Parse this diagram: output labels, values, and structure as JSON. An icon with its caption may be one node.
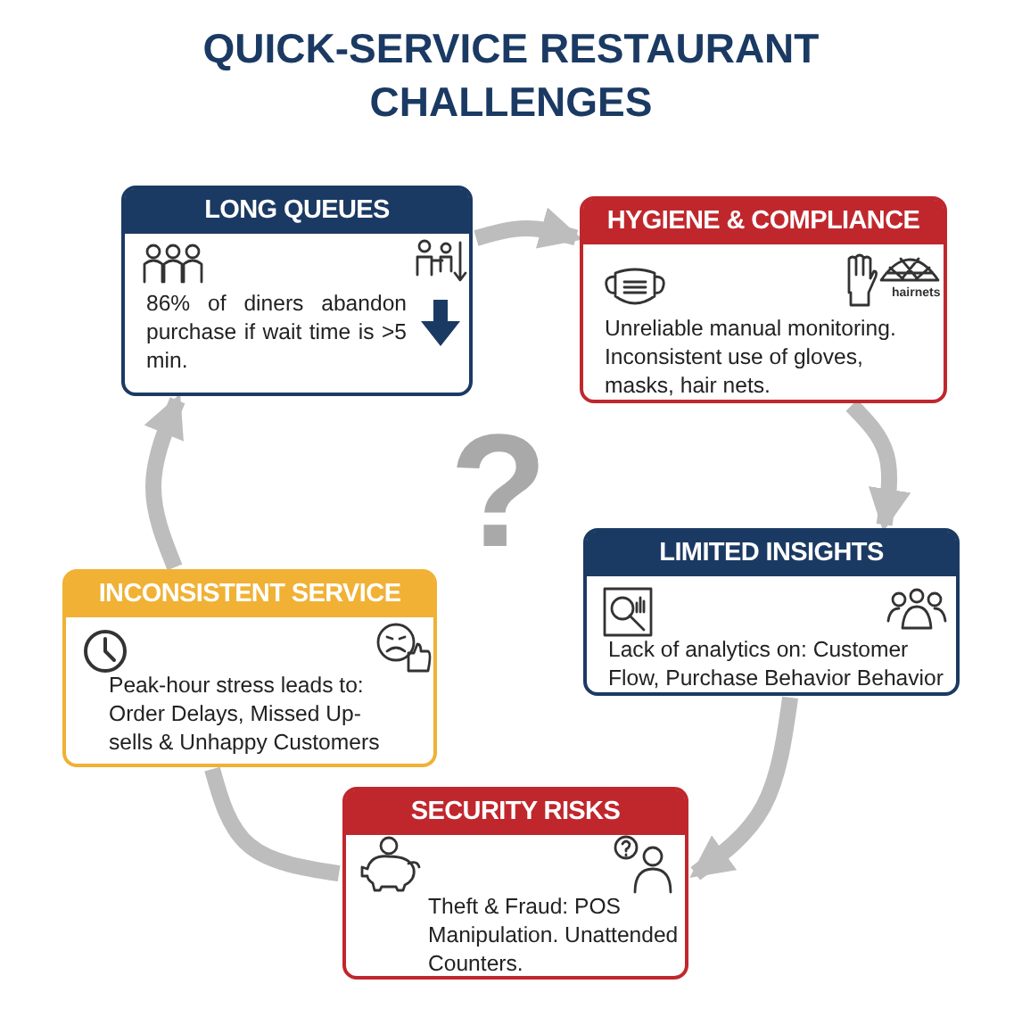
{
  "diagram": {
    "title": "QUICK-SERVICE RESTAURANT CHALLENGES",
    "nodes": [
      {
        "text": [
          "LONG QUEUES",
          "86% of diners abandon purchase if wait time is >5 min."
        ]
      },
      {
        "text": [
          "HYGIENE & COMPLIANCE",
          "Unreliable manual monitoring. Inconsistent use of gloves, masks, hair nets."
        ]
      },
      {
        "text": [
          "LIMITED INSIGHTS",
          "Lack of analytics on: Customer Flow, Purchase Behavior Behavior"
        ]
      },
      {
        "text": [
          "INCONSISTENT SERVICE",
          "Peak-hour stress leads to: Order Delays, Missed Up-sells & Unhappy Customers"
        ]
      },
      {
        "text": [
          "SECURITY RISKS",
          "Theft & Fraud: POS Manipulation. Unattended Counters."
        ]
      }
    ],
    "edges": [
      {
        "from": 0,
        "to": 1,
        "arrow": "to"
      },
      {
        "from": 1,
        "to": 2,
        "arrow": "to"
      },
      {
        "from": 2,
        "to": 4,
        "arrow": "to"
      },
      {
        "from": 4,
        "to": 3,
        "arrow": "none"
      },
      {
        "from": 3,
        "to": 0,
        "arrow": "to"
      }
    ],
    "labels": [
      "hairnets",
      "?"
    ]
  }
}
